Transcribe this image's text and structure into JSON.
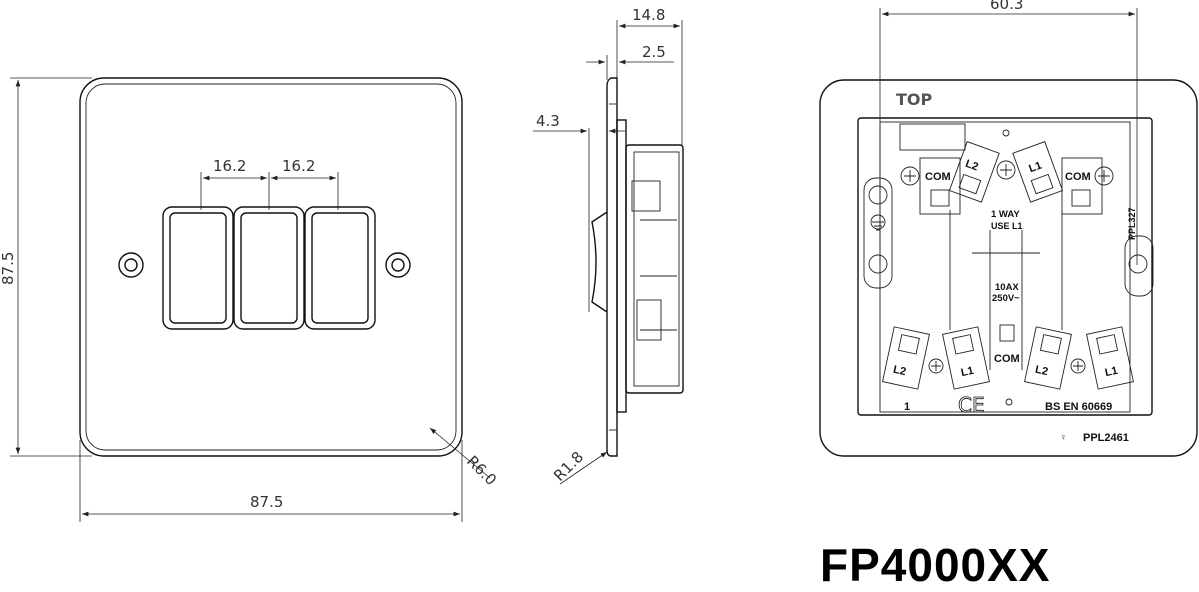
{
  "front_view": {
    "width_dim": "87.5",
    "height_dim": "87.5",
    "pitch_dim_1": "16.2",
    "pitch_dim_2": "16.2",
    "corner_radius": "R6.0"
  },
  "side_view": {
    "depth_dim": "14.8",
    "plate_dim": "2.5",
    "rocker_dim": "4.3",
    "edge_radius": "R1.8"
  },
  "rear_view": {
    "fixing_centres_dim": "60.3",
    "top_label": "TOP",
    "terminals": {
      "com_left": "COM",
      "com_right": "COM",
      "com_bottom": "COM",
      "l2_top": "L2",
      "l1_top": "L1",
      "l2_bl": "L2",
      "l1_bl": "L1",
      "l2_br": "L2",
      "l1_br": "L1"
    },
    "one_way": "1 WAY",
    "use_l1": "USE L1",
    "rating_current": "10AX",
    "rating_voltage": "250V~",
    "part_code": "PPL327",
    "gang_number": "1",
    "ce_mark": "CE",
    "standard": "BS EN 60669",
    "plate_code": "PPL2461"
  },
  "model_number": "FP4000XX"
}
